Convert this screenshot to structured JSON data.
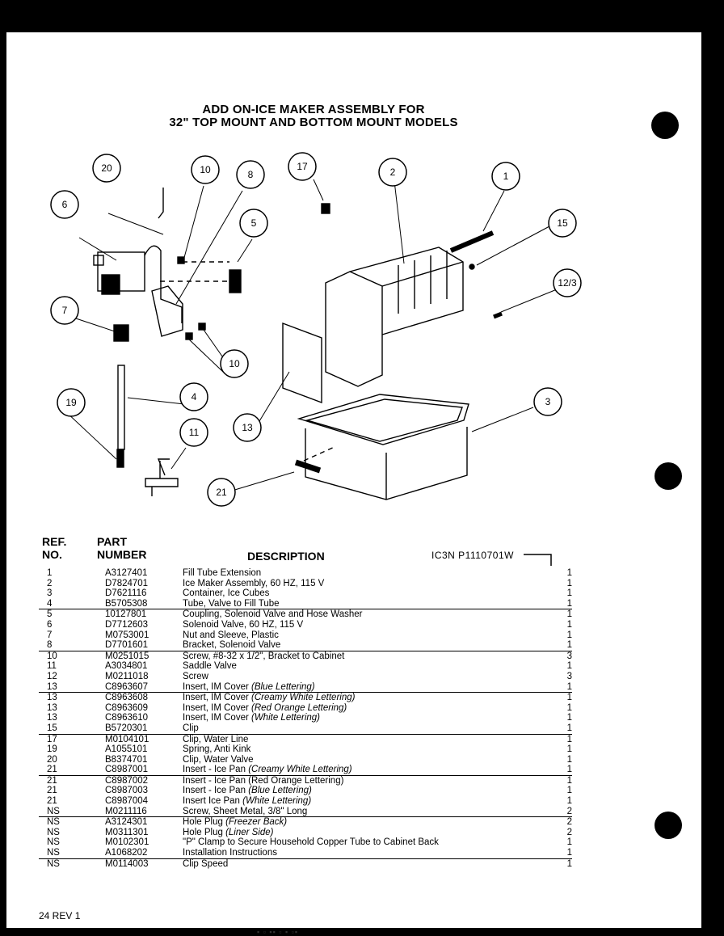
{
  "title": {
    "line1": "ADD ON-ICE MAKER ASSEMBLY FOR",
    "line2": "32\" TOP MOUNT AND BOTTOM MOUNT MODELS"
  },
  "callouts": [
    "20",
    "6",
    "10",
    "8",
    "17",
    "2",
    "1",
    "5",
    "15",
    "12/3",
    "7",
    "10",
    "19",
    "4",
    "3",
    "11",
    "13",
    "21"
  ],
  "document_code": "IC3N P1110701W",
  "table": {
    "headers": {
      "ref_line1": "REF.",
      "ref_line2": "NO.",
      "part_line1": "PART",
      "part_line2": "NUMBER",
      "description": "DESCRIPTION"
    },
    "rows": [
      {
        "ref": "1",
        "part": "A3127401",
        "desc": "Fill Tube Extension",
        "qty": "1",
        "rule": false
      },
      {
        "ref": "2",
        "part": "D7824701",
        "desc": "Ice Maker Assembly, 60 HZ, 115 V",
        "qty": "1",
        "rule": false
      },
      {
        "ref": "3",
        "part": "D7621116",
        "desc": "Container, Ice Cubes",
        "qty": "1",
        "rule": false
      },
      {
        "ref": "4",
        "part": "B5705308",
        "desc": "Tube, Valve to Fill Tube",
        "qty": "1",
        "rule": false
      },
      {
        "ref": "5",
        "part": "10127801",
        "desc": "Coupling, Solenoid Valve and Hose Washer",
        "qty": "1",
        "rule": true
      },
      {
        "ref": "6",
        "part": "D7712603",
        "desc": "Solenoid Valve, 60 HZ, 115 V",
        "qty": "1",
        "rule": false
      },
      {
        "ref": "7",
        "part": "M0753001",
        "desc": "Nut and Sleeve, Plastic",
        "qty": "1",
        "rule": false
      },
      {
        "ref": "8",
        "part": "D7701601",
        "desc": "Bracket, Solenoid Valve",
        "qty": "1",
        "rule": false
      },
      {
        "ref": "10",
        "part": "M0251015",
        "desc": "Screw, #8-32 x 1/2\", Bracket to Cabinet",
        "qty": "3",
        "rule": true
      },
      {
        "ref": "11",
        "part": "A3034801",
        "desc": "Saddle Valve",
        "qty": "1",
        "rule": false
      },
      {
        "ref": "12",
        "part": "M0211018",
        "desc": "Screw",
        "qty": "3",
        "rule": false
      },
      {
        "ref": "13",
        "part": "C8963607",
        "desc": "Insert, IM Cover ",
        "desc_italic": "(Blue Lettering)",
        "qty": "1",
        "rule": false
      },
      {
        "ref": "13",
        "part": "C8963608",
        "desc": "Insert, IM Cover ",
        "desc_italic": "(Creamy White Lettering)",
        "qty": "1",
        "rule": true
      },
      {
        "ref": "13",
        "part": "C8963609",
        "desc": "Insert, IM Cover ",
        "desc_italic": "(Red Orange Lettering)",
        "qty": "1",
        "rule": false
      },
      {
        "ref": "13",
        "part": "C8963610",
        "desc": "Insert, IM Cover ",
        "desc_italic": "(White Lettering)",
        "qty": "1",
        "rule": false
      },
      {
        "ref": "15",
        "part": "B5720301",
        "desc": "Clip",
        "qty": "1",
        "rule": false
      },
      {
        "ref": "17",
        "part": "M0104101",
        "desc": "Clip, Water Line",
        "qty": "1",
        "rule": true
      },
      {
        "ref": "19",
        "part": "A1055101",
        "desc": "Spring, Anti Kink",
        "qty": "1",
        "rule": false
      },
      {
        "ref": "20",
        "part": "B8374701",
        "desc": "Clip, Water Valve",
        "qty": "1",
        "rule": false
      },
      {
        "ref": "21",
        "part": "C8987001",
        "desc": "Insert - Ice Pan ",
        "desc_italic": "(Creamy White Lettering)",
        "qty": "1",
        "rule": false
      },
      {
        "ref": "21",
        "part": "C8987002",
        "desc": "Insert - Ice Pan (Red Orange Lettering)",
        "qty": "1",
        "rule": true
      },
      {
        "ref": "21",
        "part": "C8987003",
        "desc": "Insert - Ice Pan ",
        "desc_italic": "(Blue Lettering)",
        "qty": "1",
        "rule": false
      },
      {
        "ref": "21",
        "part": "C8987004",
        "desc": "Insert Ice Pan ",
        "desc_italic": "(White Lettering)",
        "qty": "1",
        "rule": false
      },
      {
        "ref": "NS",
        "part": "M0211116",
        "desc": "Screw, Sheet Metal, 3/8\" Long",
        "qty": "2",
        "rule": false
      },
      {
        "ref": "NS",
        "part": "A3124301",
        "desc": "Hole Plug ",
        "desc_italic": "(Freezer Back)",
        "qty": "2",
        "rule": true
      },
      {
        "ref": "NS",
        "part": "M0311301",
        "desc": "Hole Plug ",
        "desc_italic": "(Liner Side)",
        "qty": "2",
        "rule": false
      },
      {
        "ref": "NS",
        "part": "M0102301",
        "desc": "\"P\" Clamp to Secure Household Copper Tube to Cabinet Back",
        "qty": "1",
        "rule": false
      },
      {
        "ref": "NS",
        "part": "A1068202",
        "desc": "Installation Instructions",
        "qty": "1",
        "rule": false
      },
      {
        "ref": "NS",
        "part": "M0114003",
        "desc": "Clip Speed",
        "qty": "1",
        "rule": true
      }
    ]
  },
  "footer": "24 REV 1"
}
